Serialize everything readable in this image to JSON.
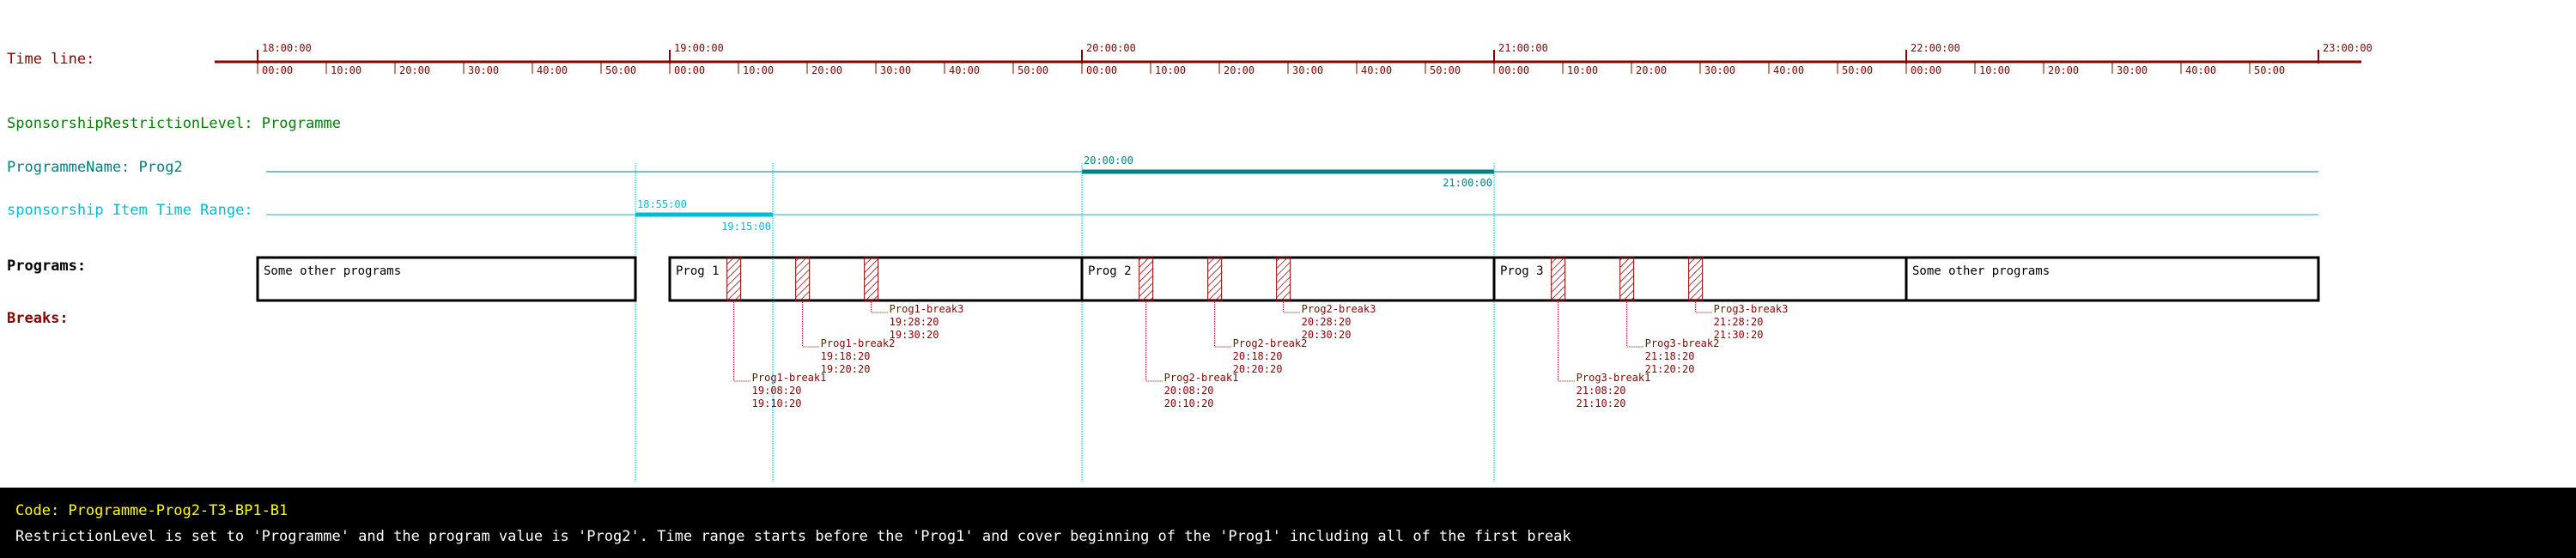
{
  "colors": {
    "timeline": "#8b0000",
    "restriction": "#008000",
    "programme": "#008080",
    "sponsorship": "#00bcd4",
    "breaks": "#8b0000",
    "programs": "#000000",
    "footer_code": "#ffff00",
    "footer_text": "#ffffff"
  },
  "labels": {
    "timeline": "Time line:",
    "restriction_level": "SponsorshipRestrictionLevel: Programme",
    "programme_name": "ProgrammeName: Prog2",
    "sponsorship_range": "sponsorship Item Time Range:",
    "programs": "Programs:",
    "breaks": "Breaks:"
  },
  "timeline": {
    "hours": [
      "18:00:00",
      "19:00:00",
      "20:00:00",
      "21:00:00",
      "22:00:00",
      "23:00:00"
    ],
    "minute_ticks": [
      "00:00",
      "10:00",
      "20:00",
      "30:00",
      "40:00",
      "50:00"
    ]
  },
  "programme_range": {
    "start": "20:00:00",
    "end": "21:00:00"
  },
  "sponsorship_range": {
    "start": "18:55:00",
    "end": "19:15:00"
  },
  "programs": [
    {
      "name": "Some other programs",
      "start": "18:00:00",
      "end": "18:55:00"
    },
    {
      "name": "Prog 1",
      "start": "19:00:00",
      "end": "20:00:00"
    },
    {
      "name": "Prog 2",
      "start": "20:00:00",
      "end": "21:00:00"
    },
    {
      "name": "Prog 3",
      "start": "21:00:00",
      "end": "22:00:00"
    },
    {
      "name": "Some other programs",
      "start": "22:00:00",
      "end": "23:00:00"
    }
  ],
  "breaks": [
    {
      "name": "Prog1-break1",
      "start": "19:08:20",
      "end": "19:10:20"
    },
    {
      "name": "Prog1-break2",
      "start": "19:18:20",
      "end": "19:20:20"
    },
    {
      "name": "Prog1-break3",
      "start": "19:28:20",
      "end": "19:30:20"
    },
    {
      "name": "Prog2-break1",
      "start": "20:08:20",
      "end": "20:10:20"
    },
    {
      "name": "Prog2-break2",
      "start": "20:18:20",
      "end": "20:20:20"
    },
    {
      "name": "Prog2-break3",
      "start": "20:28:20",
      "end": "20:30:20"
    },
    {
      "name": "Prog3-break1",
      "start": "21:08:20",
      "end": "21:10:20"
    },
    {
      "name": "Prog3-break2",
      "start": "21:18:20",
      "end": "21:20:20"
    },
    {
      "name": "Prog3-break3",
      "start": "21:28:20",
      "end": "21:30:20"
    }
  ],
  "footer": {
    "code": "Code: Programme-Prog2-T3-BP1-B1",
    "description": "RestrictionLevel is set to 'Programme' and the program value is 'Prog2'. Time range starts before the 'Prog1' and cover beginning of the 'Prog1' including all of the first break"
  }
}
